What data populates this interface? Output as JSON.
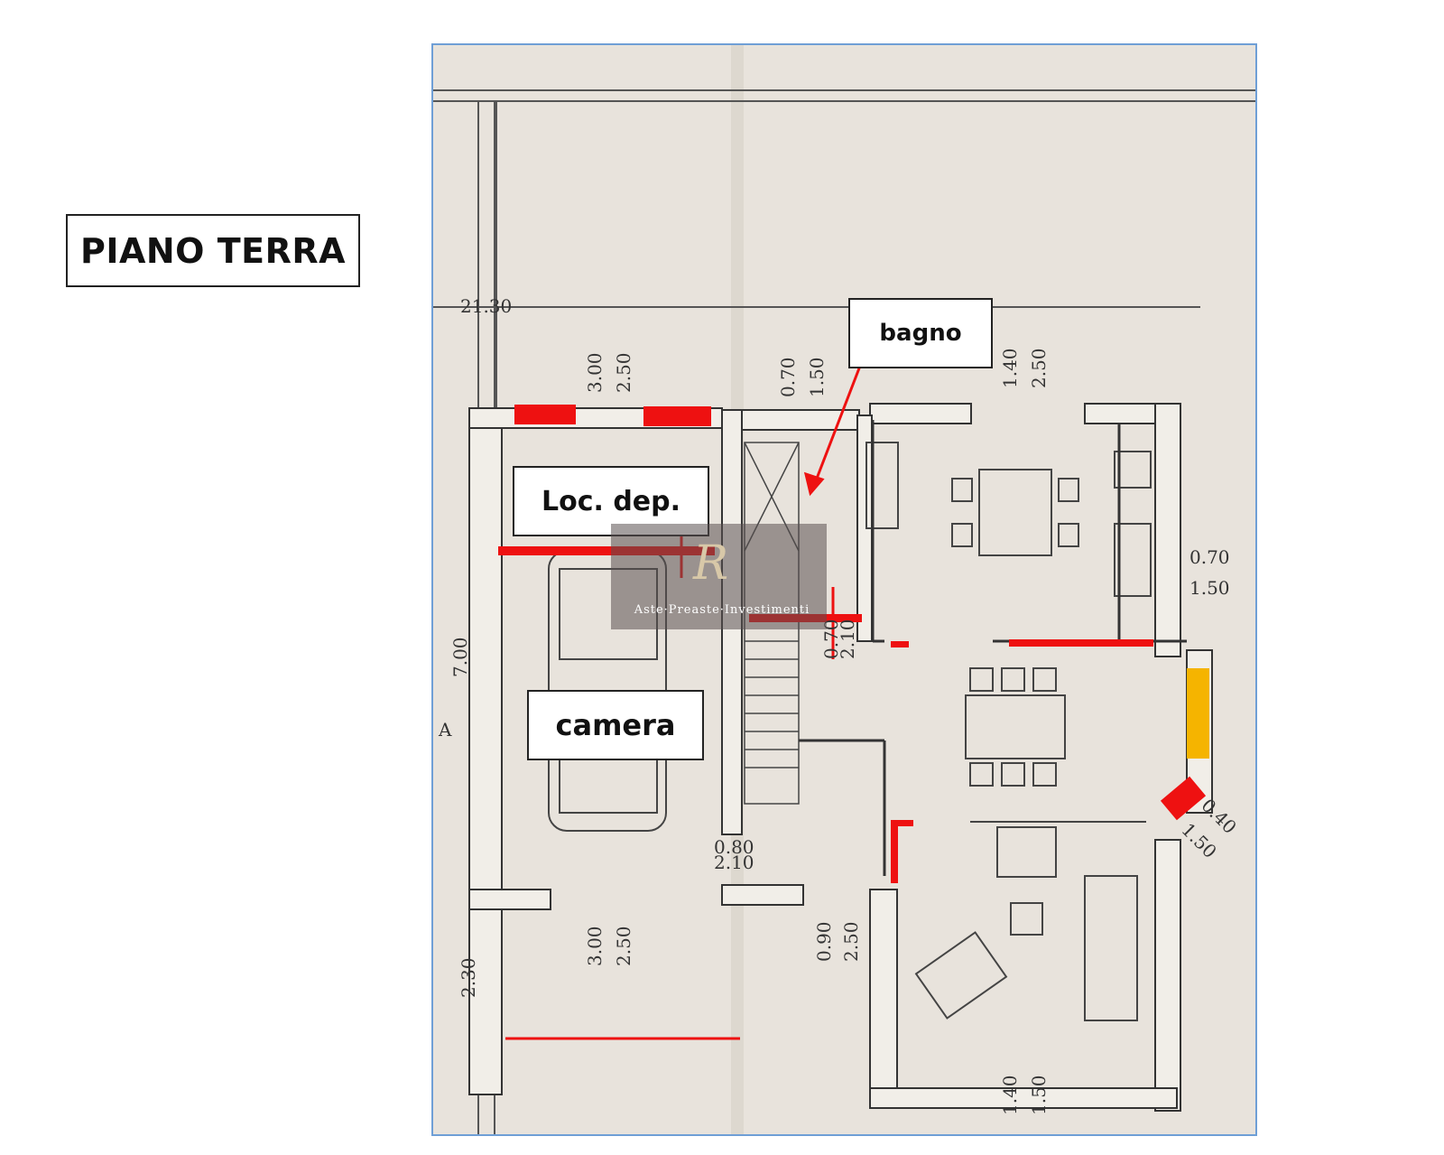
{
  "title": "PIANO TERRA",
  "rooms": {
    "bagno": "bagno",
    "loc_dep": "Loc. dep.",
    "camera": "camera"
  },
  "dimensions": {
    "top_total": "21.30",
    "d1_a": "3.00",
    "d1_b": "2.50",
    "d2_a": "0.70",
    "d2_b": "1.50",
    "d3_a": "1.40",
    "d3_b": "2.50",
    "d4_a": "0.70",
    "d4_b": "1.50",
    "d5_a": "0.70",
    "d5_b": "2.10",
    "d6": "7.00",
    "d7_a": "0.80",
    "d7_b": "2.10",
    "d8_a": "3.00",
    "d8_b": "2.50",
    "d9_a": "0.90",
    "d9_b": "2.50",
    "d10_a": "0.40",
    "d10_b": "1.50",
    "d11": "2.30",
    "d12_a": "1.40",
    "d12_b": "1.50",
    "side_letter": "A"
  },
  "watermark": {
    "logo": "R",
    "text": "Aste·Preaste·Investimenti"
  },
  "colors": {
    "highlight_red": "#ee1111",
    "highlight_orange": "#f5b400",
    "frame_border": "#6f9fd6",
    "paper": "#e8e3dc"
  }
}
